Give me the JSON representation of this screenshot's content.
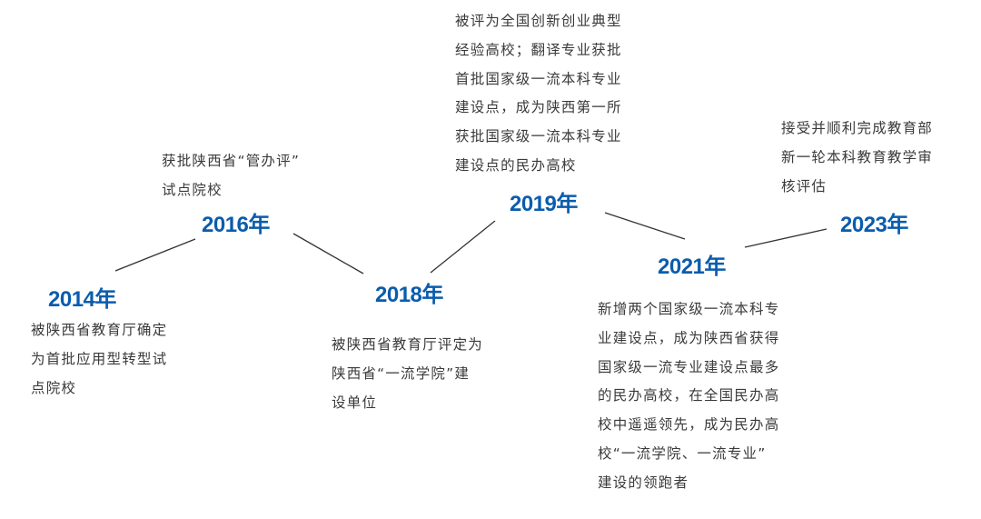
{
  "colors": {
    "year": "#0a5cad",
    "text": "#3a3a3a",
    "line": "#333333"
  },
  "milestones": [
    {
      "year": "2014年",
      "lines": [
        "被陕西省教育厅确定",
        "为首批应用型转型试",
        "点院校"
      ]
    },
    {
      "year": "2016年",
      "lines": [
        "获批陕西省“管办评”",
        "试点院校"
      ]
    },
    {
      "year": "2018年",
      "lines": [
        "被陕西省教育厅评定为",
        "陕西省“一流学院”建",
        "设单位"
      ]
    },
    {
      "year": "2019年",
      "lines": [
        "被评为全国创新创业典型",
        "经验高校；翻译专业获批",
        "首批国家级一流本科专业",
        "建设点，成为陕西第一所",
        "获批国家级一流本科专业",
        "建设点的民办高校"
      ]
    },
    {
      "year": "2021年",
      "lines": [
        "新增两个国家级一流本科专",
        "业建设点，成为陕西省获得",
        "国家级一流专业建设点最多",
        "的民办高校，在全国民办高",
        "校中遥遥领先，成为民办高",
        "校“一流学院、一流专业”",
        "建设的领跑者"
      ]
    },
    {
      "year": "2023年",
      "lines": [
        "接受并顺利完成教育部",
        "新一轮本科教育教学审",
        "核评估"
      ]
    }
  ]
}
